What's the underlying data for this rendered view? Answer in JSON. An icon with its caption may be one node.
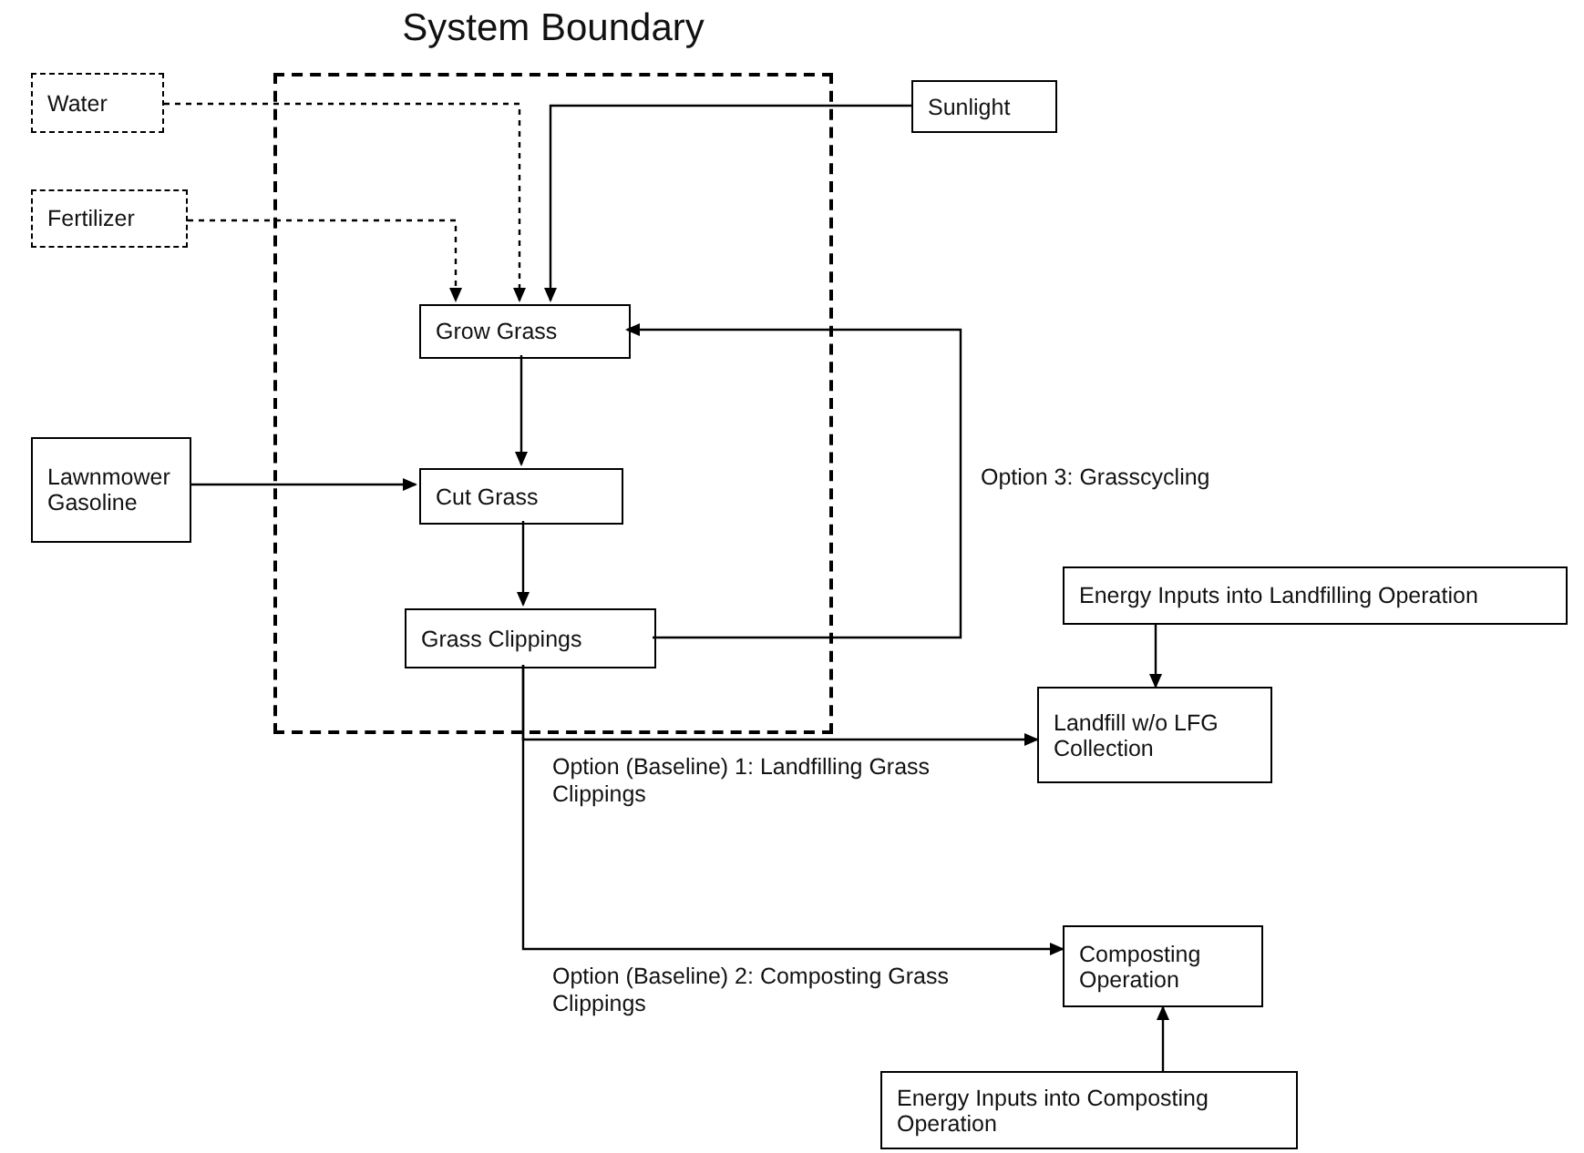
{
  "diagram": {
    "nodes": [
      {
        "text": [
          "System Boundary"
        ]
      },
      {
        "text": [
          "Water"
        ]
      },
      {
        "text": [
          "Fertilizer"
        ]
      },
      {
        "text": [
          "Sunlight"
        ]
      },
      {
        "text": [
          "Grow Grass"
        ],
        "in": 0
      },
      {
        "text": [
          "Lawnmower Gasoline"
        ]
      },
      {
        "text": [
          "Cut Grass"
        ],
        "in": 0
      },
      {
        "text": [
          "Grass Clippings"
        ],
        "in": 0
      },
      {
        "text": [
          "Energy Inputs into Landfilling Operation"
        ]
      },
      {
        "text": [
          "Landfill w/o LFG Collection"
        ]
      },
      {
        "text": [
          "Composting Operation"
        ]
      },
      {
        "text": [
          "Energy Inputs into Composting Operation"
        ]
      }
    ],
    "edges": [
      {
        "from": 1,
        "to": 4,
        "arrow": "to",
        "style": "dashed"
      },
      {
        "from": 2,
        "to": 4,
        "arrow": "to",
        "style": "dashed"
      },
      {
        "from": 3,
        "to": 4,
        "arrow": "to"
      },
      {
        "from": 4,
        "to": 6,
        "arrow": "to"
      },
      {
        "from": 5,
        "to": 6,
        "arrow": "to"
      },
      {
        "from": 6,
        "to": 7,
        "arrow": "to"
      },
      {
        "from": 7,
        "to": 4,
        "arrow": "to",
        "label": "Option 3: Grasscycling"
      },
      {
        "from": 7,
        "to": 9,
        "arrow": "to",
        "label": "Option (Baseline) 1: Landfilling Grass Clippings"
      },
      {
        "from": 7,
        "to": 10,
        "arrow": "to",
        "label": "Option (Baseline) 2: Composting Grass Clippings"
      },
      {
        "from": 8,
        "to": 9,
        "arrow": "to"
      },
      {
        "from": 11,
        "to": 10,
        "arrow": "to"
      }
    ]
  }
}
